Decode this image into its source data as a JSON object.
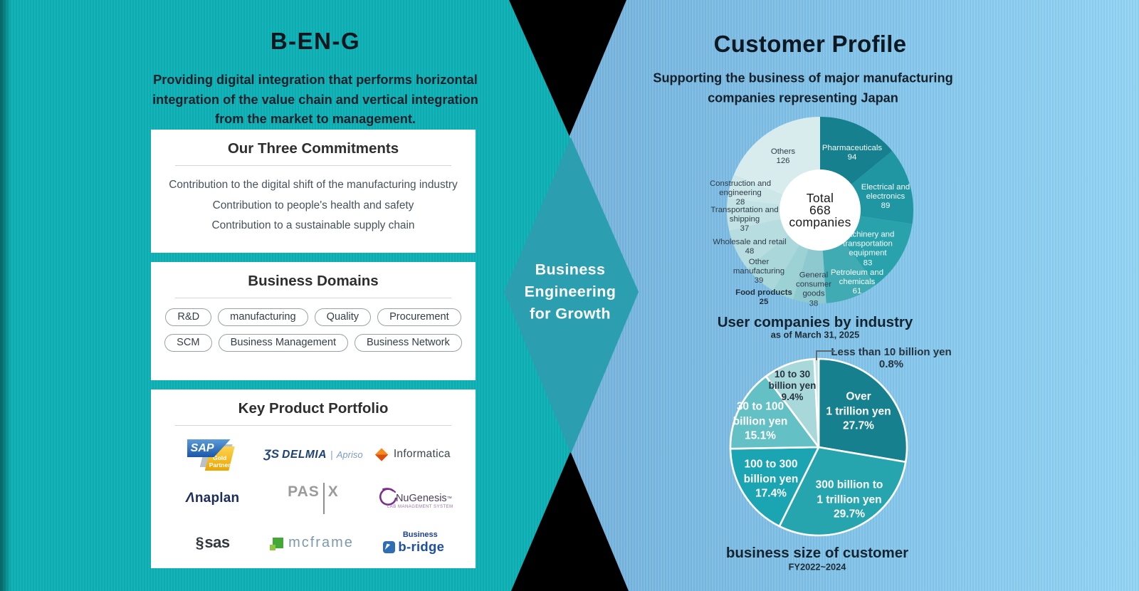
{
  "left_panel": {
    "title": "B-EN-G",
    "subtitle": "Providing digital integration that performs horizontal\nintegration of the value chain and vertical integration\nfrom the market to management.",
    "commitments": {
      "title": "Our Three Commitments",
      "items": [
        "Contribution to the digital shift of the manufacturing industry",
        "Contribution to people's health and safety",
        "Contribution to a sustainable supply chain"
      ]
    },
    "domains": {
      "title": "Business Domains",
      "pills_row1": [
        "R&D",
        "manufacturing",
        "Quality",
        "Procurement"
      ],
      "pills_row2": [
        "SCM",
        "Business Management",
        "Business Network"
      ]
    },
    "portfolio": {
      "title": "Key Product Portfolio",
      "brands": [
        "SAP Gold Partner",
        "DELMIA Apriso",
        "Informatica",
        "Anaplan",
        "PAS-X",
        "NuGenesis",
        "SAS",
        "mcframe",
        "Business b-ridge"
      ],
      "logos": {
        "sap": {
          "name": "SAP",
          "badge_line1": "Gold",
          "badge_line2": "Partner"
        },
        "delmia": {
          "mark": "ƷS",
          "name": "DELMIA",
          "divider": "|",
          "sub": "Apriso"
        },
        "informatica": {
          "name": "Informatica"
        },
        "anaplan": {
          "mark": "Λ",
          "rest": "naplan"
        },
        "pasx": {
          "left": "PAS",
          "right": "X"
        },
        "nugenesis": {
          "name": "NuGenesis",
          "tm": "™",
          "caption": "LAB MANAGEMENT SYSTEM"
        },
        "sas": {
          "mark": "§",
          "name": "sas"
        },
        "mcframe": {
          "name": "mcframe"
        },
        "bridge": {
          "top": "Business",
          "name": "b-ridge"
        }
      }
    }
  },
  "center_diamond": {
    "text": "Business\nEngineering\nfor Growth"
  },
  "right_panel": {
    "title": "Customer Profile",
    "subtitle": "Supporting the business of major manufacturing\ncompanies representing Japan",
    "industry_chart": {
      "caption": "User companies by industry",
      "as_of": "as of March 31, 2025",
      "center_label": "Total\n668\ncompanies"
    },
    "size_chart": {
      "caption": "business size of customer",
      "period": "FY2022~2024"
    }
  },
  "chart_data": [
    {
      "type": "pie",
      "variant": "donut",
      "title": "User companies by industry",
      "note": "as of March 31, 2025",
      "total_label": "Total 668 companies",
      "total": 668,
      "legend_position": "on-slices",
      "segments": [
        {
          "label": "Pharmaceuticals",
          "value": 94,
          "color": "#17808e"
        },
        {
          "label": "Electrical and electronics",
          "value": 89,
          "color": "#1f96a2"
        },
        {
          "label": "Machinery and transportation equipment",
          "value": 83,
          "color": "#2aa2ac"
        },
        {
          "label": "Petroleum and chemicals",
          "value": 61,
          "color": "#41abb3"
        },
        {
          "label": "General consumer goods",
          "value": 38,
          "color": "#8ec9cf"
        },
        {
          "label": "Food products",
          "value": 25,
          "color": "#9dd2d5"
        },
        {
          "label": "Other manufacturing",
          "value": 39,
          "color": "#aad7da"
        },
        {
          "label": "Wholesale and retail",
          "value": 48,
          "color": "#b7dde0"
        },
        {
          "label": "Transportation and shipping",
          "value": 37,
          "color": "#c2e2e4"
        },
        {
          "label": "Construction and engineering",
          "value": 28,
          "color": "#cde7e8"
        },
        {
          "label": "Others",
          "value": 126,
          "color": "#d8ecee"
        }
      ],
      "labels": [
        {
          "text": "Pharmaceuticals\n94"
        },
        {
          "text": "Electrical and\nelectronics\n89"
        },
        {
          "text": "Machinery and\ntransportation\nequipment\n83"
        },
        {
          "text": "Petroleum and\nchemicals\n61"
        },
        {
          "text": "General\nconsumer\ngoods\n38"
        },
        {
          "text": "Food products\n25"
        },
        {
          "text": "Other\nmanufacturing\n39"
        },
        {
          "text": "Wholesale and retail\n48"
        },
        {
          "text": "Transportation and\nshipping\n37"
        },
        {
          "text": "Construction and\nengineering\n28"
        },
        {
          "text": "Others\n126"
        }
      ]
    },
    {
      "type": "pie",
      "title": "business size of customer",
      "note": "FY2022~2024",
      "unit": "%",
      "segments": [
        {
          "label": "Over 1 trillion yen",
          "value": 27.7,
          "color": "#16808e"
        },
        {
          "label": "300 billion to 1 trillion yen",
          "value": 29.7,
          "color": "#27a5ae"
        },
        {
          "label": "100 to 300 billion yen",
          "value": 17.4,
          "color": "#1ba4b1"
        },
        {
          "label": "30 to 100 billion yen",
          "value": 15.1,
          "color": "#63c0c4"
        },
        {
          "label": "10 to 30 billion yen",
          "value": 9.4,
          "color": "#a9d8db"
        },
        {
          "label": "Less than 10 billion yen",
          "value": 0.8,
          "color": "#c2e4e6"
        }
      ],
      "labels": [
        {
          "text": "Over\n1 trillion yen\n27.7%"
        },
        {
          "text": "300 billion to\n1 trillion yen\n29.7%"
        },
        {
          "text": "100 to 300\nbillion yen\n17.4%"
        },
        {
          "text": "30 to 100\nbillion yen\n15.1%"
        },
        {
          "text": "10 to 30\nbillion yen\n9.4%"
        },
        {
          "text": "Less than 10 billion yen\n0.8%"
        }
      ]
    }
  ]
}
